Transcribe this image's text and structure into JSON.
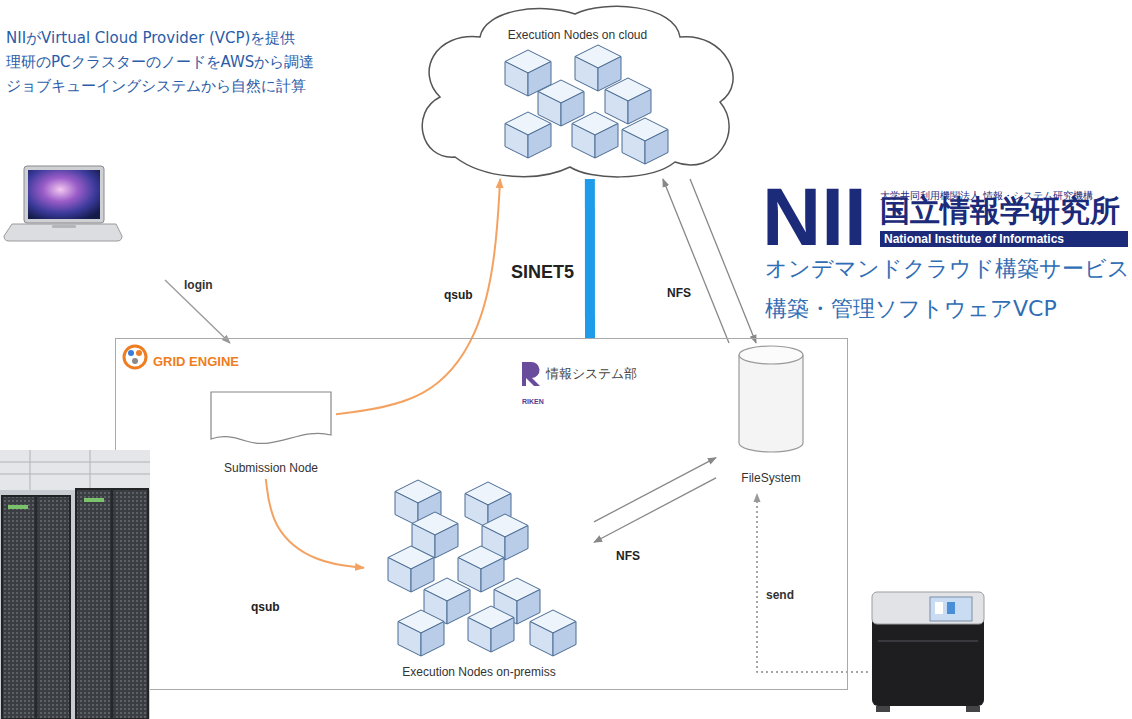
{
  "diagram": {
    "nodes": [
      {
        "text": [
          "Execution Nodes on cloud"
        ]
      },
      {
        "text": [
          "GRID ENGINE",
          "情報システム部",
          "RIKEN"
        ]
      },
      {
        "text": [
          "Submission Node"
        ],
        "in": 1
      },
      {
        "text": [
          "FileSystem"
        ],
        "in": 1
      },
      {
        "text": [
          "Execution Nodes on-premiss"
        ],
        "in": 1
      }
    ],
    "edges": [
      {
        "from": 2,
        "to": 0,
        "arrow": "to",
        "label": "qsub"
      },
      {
        "from": 2,
        "to": 4,
        "arrow": "to",
        "label": "qsub"
      },
      {
        "from": 1,
        "to": 0,
        "arrow": "none",
        "label": "SINET5"
      },
      {
        "from": 3,
        "to": 0,
        "arrow": "to",
        "label": "NFS"
      },
      {
        "from": 0,
        "to": 3,
        "arrow": "to"
      },
      {
        "from": 4,
        "to": 3,
        "arrow": "to",
        "label": "NFS"
      },
      {
        "from": 3,
        "to": 4,
        "arrow": "to"
      }
    ],
    "labels": [
      "NIIがVirtual Cloud Provider (VCP)を提供",
      "理研のPCクラスターのノードをAWSから調達",
      "ジョブキューイングシステムから自然に計算",
      "login",
      "send",
      "NII",
      "大学共同利用機関法人 情報・システム研究機構",
      "国立情報学研究所",
      "National Institute of Informatics",
      "オンデマンドクラウド構築サービス",
      "構築・管理ソフトウェアVCP"
    ]
  }
}
